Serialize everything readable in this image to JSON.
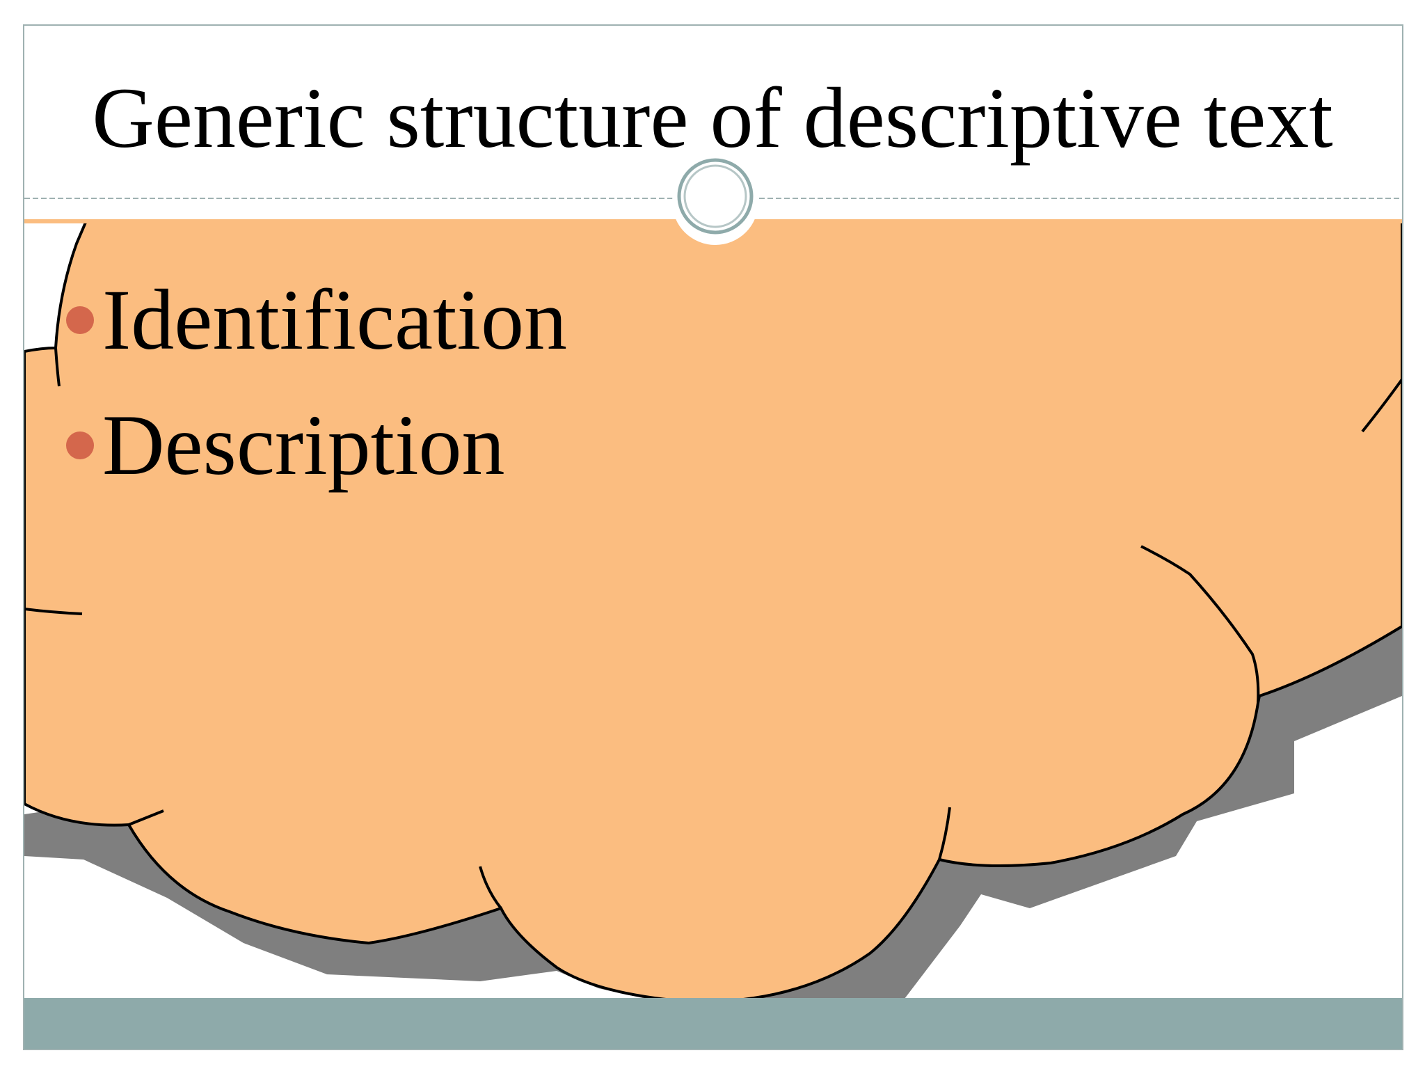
{
  "slide": {
    "title": "Generic structure of descriptive text",
    "bullets": [
      {
        "text": "Identification"
      },
      {
        "text": "Description"
      }
    ]
  },
  "colors": {
    "cloud_fill": "#fbbd80",
    "cloud_outline": "#000000",
    "cloud_shadow": "#7f7f7f",
    "bullet": "#d4674c",
    "footer_bar": "#8eaaaa",
    "divider": "#9fb1b1"
  }
}
